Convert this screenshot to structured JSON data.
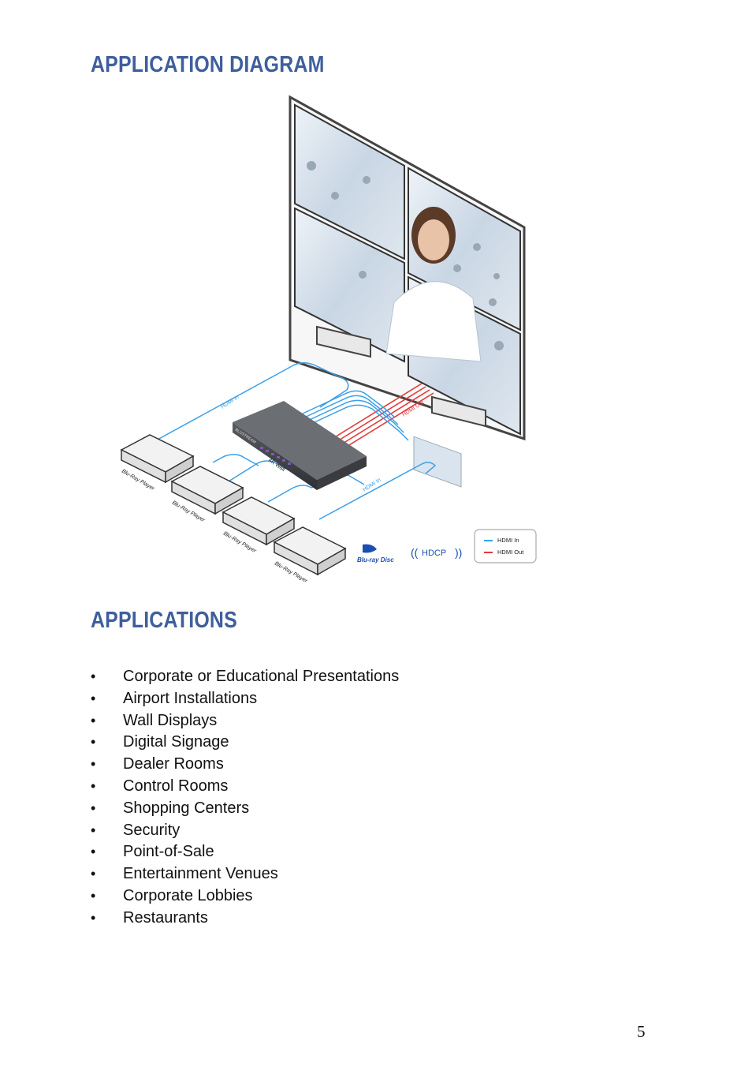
{
  "headings": {
    "diagram": "APPLICATION DIAGRAM",
    "applications": "APPLICATIONS"
  },
  "diagram": {
    "device_label": "4K Wall",
    "device_brand": "BLUSTREAM",
    "hdmi_in_label": "HDMI In",
    "hdmi_out_label": "HDMI Out",
    "player_label": "Blu-Ray Player",
    "bluray_logo": "Blu-ray Disc",
    "hdcp_logo": "HDCP",
    "legend": {
      "in": "HDMI In",
      "out": "HDMI Out"
    },
    "colors": {
      "hdmi_in": "#3aa0e8",
      "hdmi_out": "#e03a3a"
    }
  },
  "applications": [
    "Corporate or Educational Presentations",
    "Airport Installations",
    "Wall Displays",
    "Digital Signage",
    "Dealer Rooms",
    "Control Rooms",
    "Shopping Centers",
    "Security",
    "Point-of-Sale",
    "Entertainment Venues",
    "Corporate Lobbies",
    "Restaurants"
  ],
  "bullet": "•",
  "page_number": "5"
}
